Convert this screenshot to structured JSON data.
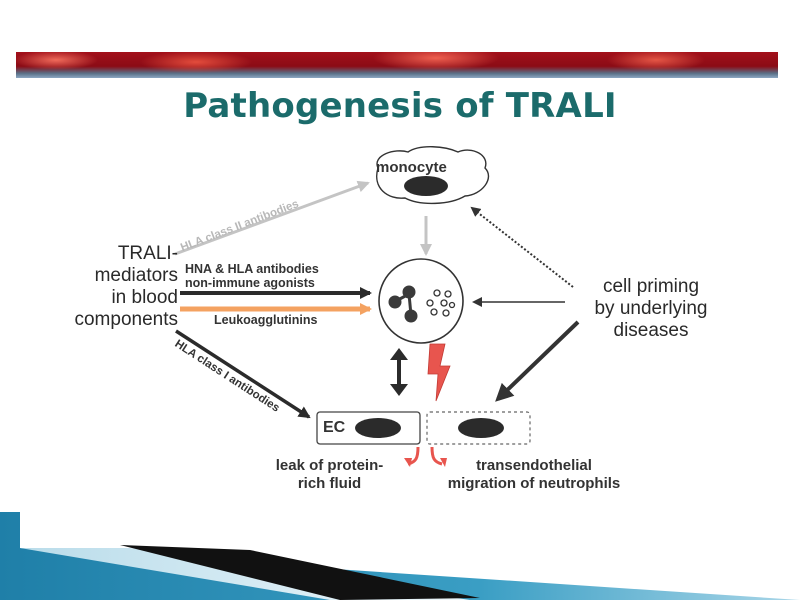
{
  "title": "Pathogenesis of TRALI",
  "nodes": {
    "monocyte": "monocyte",
    "ec": "EC",
    "mediators": [
      "TRALI-",
      "mediators",
      "in blood",
      "components"
    ],
    "priming": [
      "cell priming",
      "by underlying",
      "diseases"
    ]
  },
  "arrow_labels": {
    "hla_class_ii": "HLA class II antibodies",
    "hna_hla": "HNA & HLA antibodies",
    "non_immune": "non-immune agonists",
    "leukoagglutinins": "Leukoagglutinins",
    "hla_class_i": "HLA class I antibodies"
  },
  "outcomes": {
    "leak": [
      "leak of protein-",
      "rich fluid"
    ],
    "migration": [
      "transendothelial",
      "migration of neutrophils"
    ]
  },
  "colors": {
    "title": "#1b6b6b",
    "orange_arrow": "#f4a261",
    "lightning": "#e8554e",
    "grey_arrow": "#c0c0c0"
  }
}
